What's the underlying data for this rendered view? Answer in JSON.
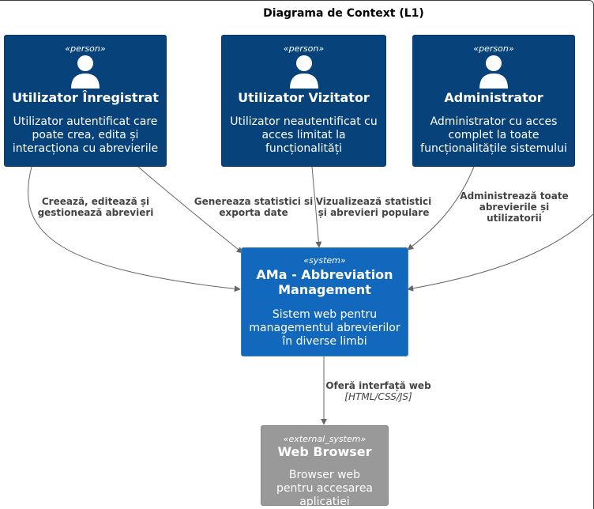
{
  "diagram": {
    "title": "Diagrama de Context (L1)",
    "nodes": {
      "registered_user": {
        "stereotype": "«person»",
        "name": "Utilizator Înregistrat",
        "description": "Utilizator autentificat care poate crea, edita și interacționa cu abrevierile"
      },
      "visitor_user": {
        "stereotype": "«person»",
        "name": "Utilizator Vizitator",
        "description": "Utilizator neautentificat cu acces limitat la funcționalități"
      },
      "administrator": {
        "stereotype": "«person»",
        "name": "Administrator",
        "description": "Administrator cu acces complet la toate funcționalitățile sistemului"
      },
      "ama_system": {
        "stereotype": "«system»",
        "name": "AMa - Abbreviation Management",
        "description": "Sistem web pentru managementul abrevierilor în diverse limbi"
      },
      "web_browser": {
        "stereotype": "«external_system»",
        "name": "Web Browser",
        "description": "Browser web pentru accesarea aplicației"
      }
    },
    "edges": {
      "create_edit": {
        "label": "Creează, editează și gestionează abrevieri"
      },
      "stats_export": {
        "label": "Genereaza statistici si exporta date"
      },
      "view_stats": {
        "label": "Vizualizează statistici și abrevieri populare"
      },
      "administer": {
        "label": "Administrează toate abrevierile și utilizatorii"
      },
      "web_interface": {
        "label": "Oferă interfață web",
        "technology": "[HTML/CSS/JS]"
      }
    }
  }
}
